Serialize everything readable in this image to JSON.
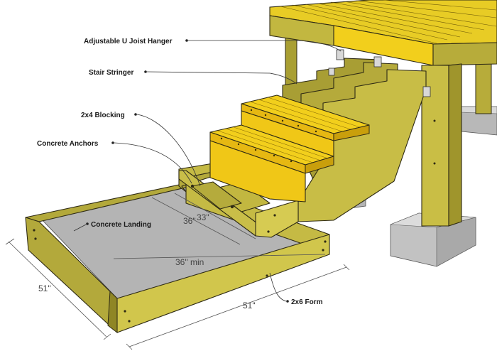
{
  "labels": {
    "joist_hanger": "Adjustable U Joist Hanger",
    "stair_stringer": "Stair Stringer",
    "blocking": "2x4 Blocking",
    "anchors": "Concrete Anchors",
    "landing": "Concrete Landing",
    "form": "2x6 Form"
  },
  "dimensions": {
    "d36": "36\"",
    "d33": "33\"",
    "d36min": "36\" min",
    "d51_left": "51\"",
    "d51_bottom": "51\""
  },
  "colors": {
    "wood_light": "#d8cf5e",
    "wood_mid": "#b7ac3a",
    "wood_dark": "#8c8322",
    "tread_yellow": "#f2cf1c",
    "tread_side": "#d9ae10",
    "concrete": "#b4b4b4",
    "concrete_light": "#d6d6d6",
    "outline": "#2e2a14"
  }
}
